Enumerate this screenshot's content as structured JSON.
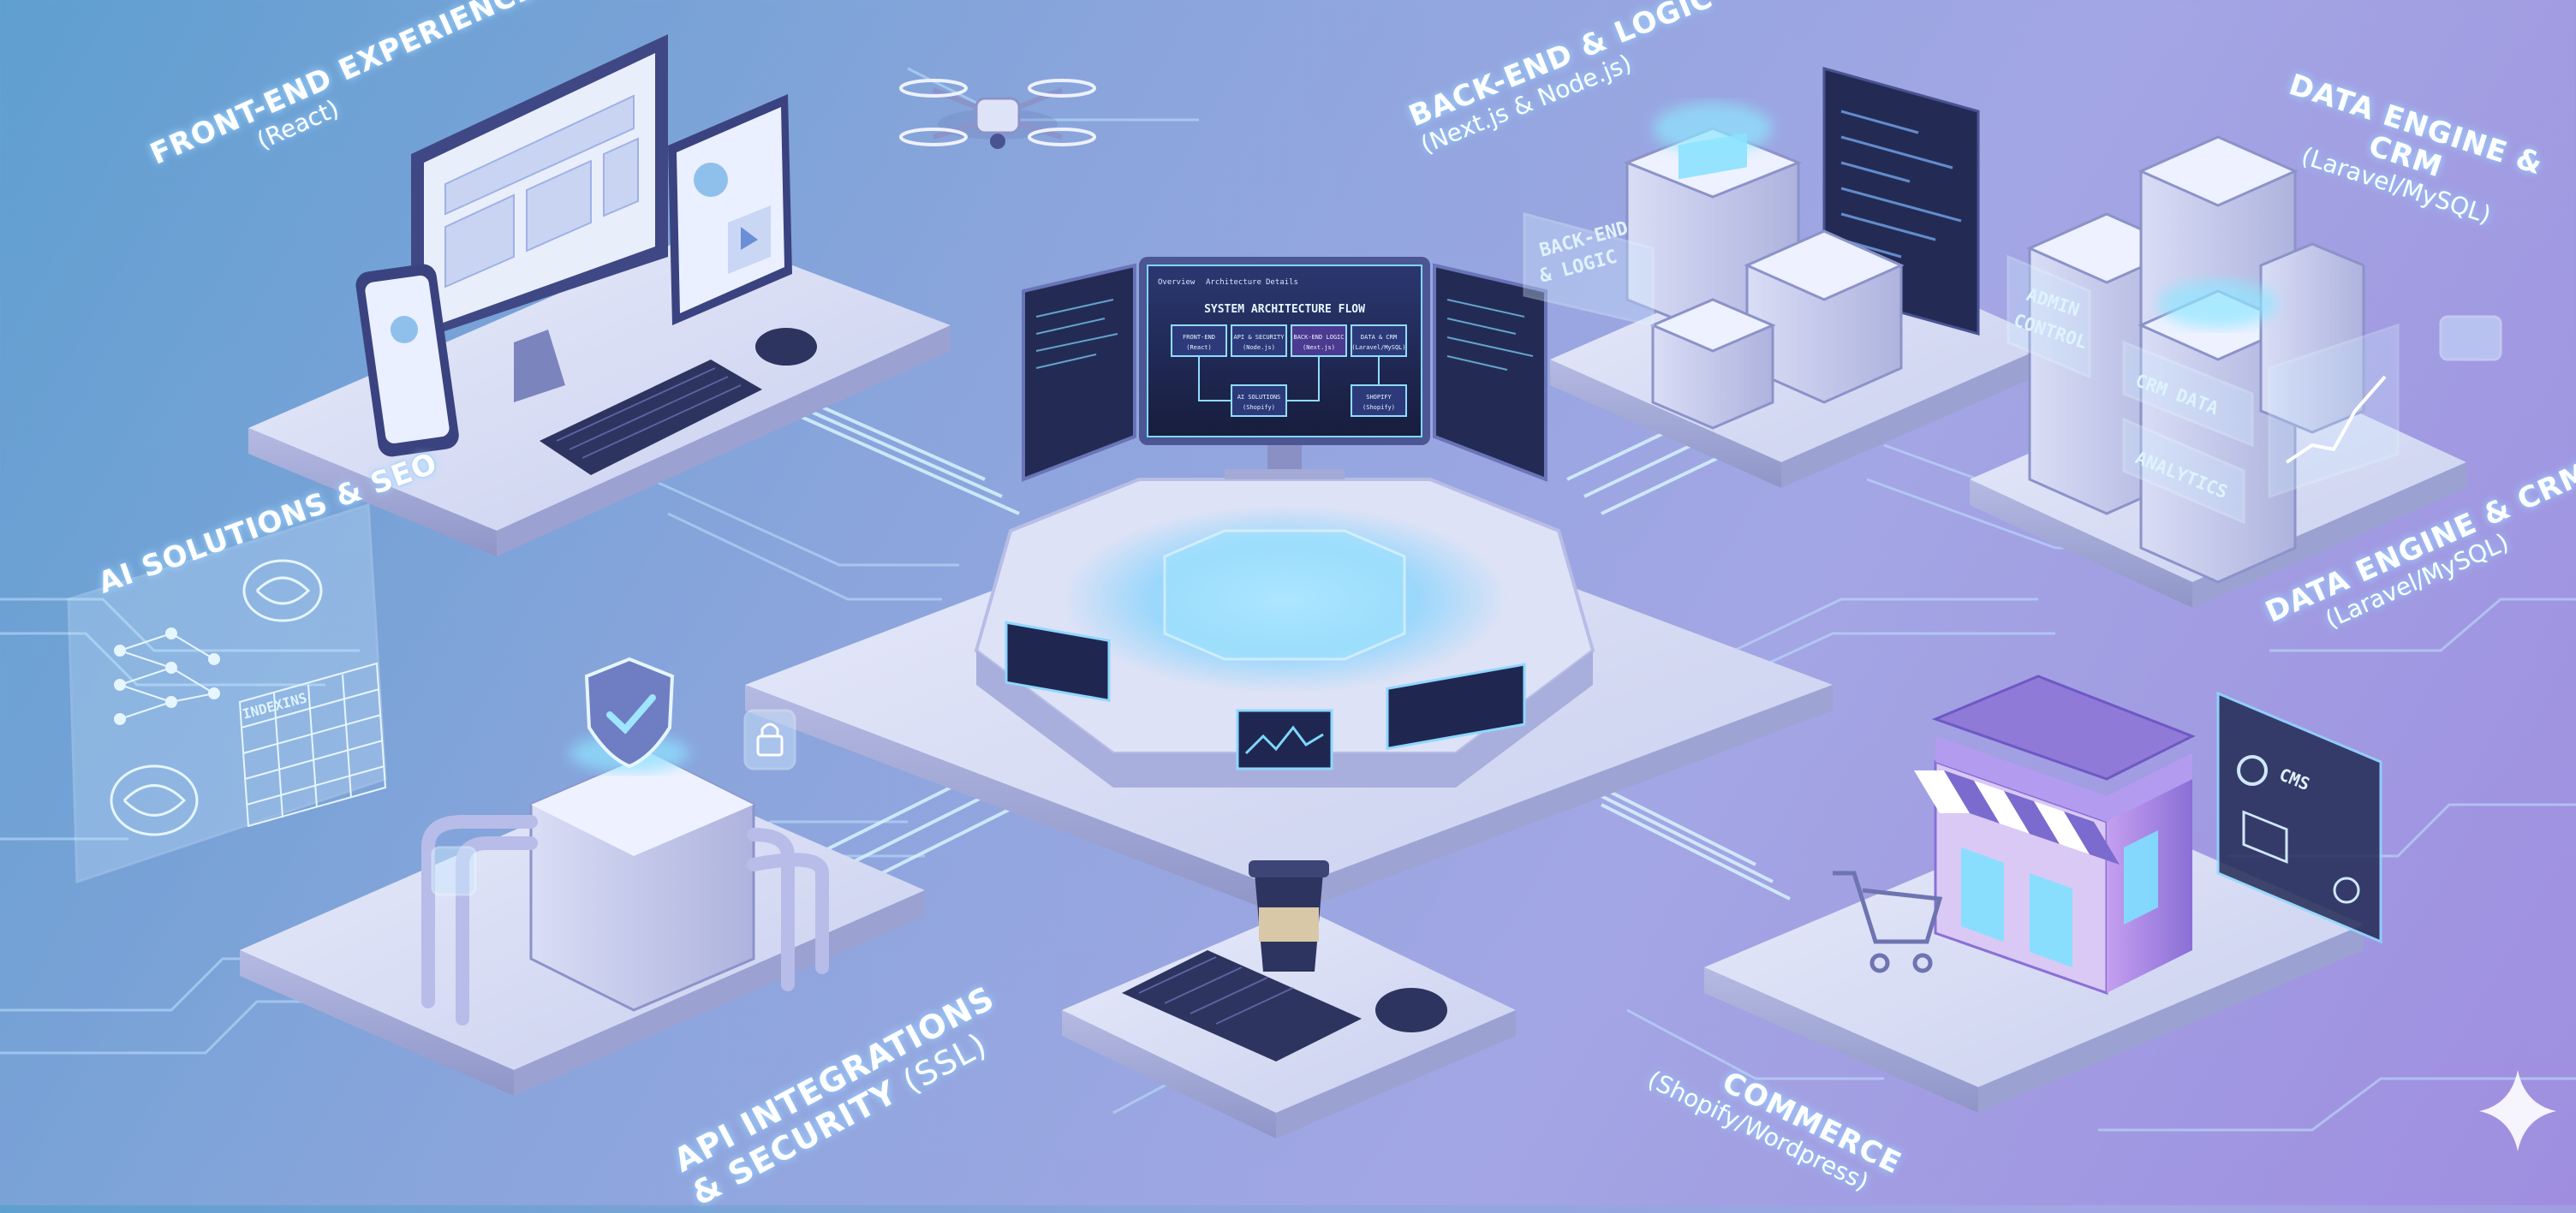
{
  "sections": {
    "front_end": {
      "title": "FRONT-END EXPERIENCE",
      "subtitle": "(React)"
    },
    "back_end": {
      "title": "BACK-END & LOGIC",
      "subtitle": "(Next.js & Node.js)",
      "panel_line1": "BACK-END",
      "panel_line2": "& LOGIC"
    },
    "data_engine_top": {
      "line1": "DATA ENGINE &",
      "line2": "CRM",
      "subtitle": "(Laravel/MySQL)"
    },
    "data_engine_mid": {
      "title": "DATA ENGINE & CRM",
      "subtitle": "(Laravel/MySQL)"
    },
    "ai": {
      "title": "AI SOLUTIONS & SEO",
      "panel_label": "INDEXINS"
    },
    "api": {
      "line1": "API INTEGRATIONS",
      "line2": "& SECURITY",
      "ssl": "(SSL)"
    },
    "commerce": {
      "title": "COMMERCE",
      "subtitle": "(Shopify/Wordpress)",
      "cms_label": "CMS"
    }
  },
  "server_panels": {
    "admin_line1": "ADMIN",
    "admin_line2": "CONTROL",
    "crm_data": "CRM DATA",
    "analytics": "ANALYTICS"
  },
  "hub": {
    "screen_title": "SYSTEM ARCHITECTURE FLOW",
    "menu": [
      "Overview",
      "Architecture",
      "Details"
    ],
    "boxes": [
      {
        "title": "FRONT-END",
        "sub": "(React)"
      },
      {
        "title": "API & SECURITY",
        "sub": "(Node.js)"
      },
      {
        "title": "BACK-END LOGIC",
        "sub": "(Next.js)"
      },
      {
        "title": "DATA & CRM",
        "sub": "(Laravel/MySQL)"
      },
      {
        "title": "AI SOLUTIONS",
        "sub": "(Shopify)"
      },
      {
        "title": "SHOPIFY",
        "sub": "(Shopify)"
      }
    ]
  },
  "colors": {
    "accent": "#7fd6ff",
    "glow": "#bfe9ff",
    "platform_top": "#dfe4f7",
    "platform_side": "#aeb4dc",
    "screen": "#1d2448"
  }
}
